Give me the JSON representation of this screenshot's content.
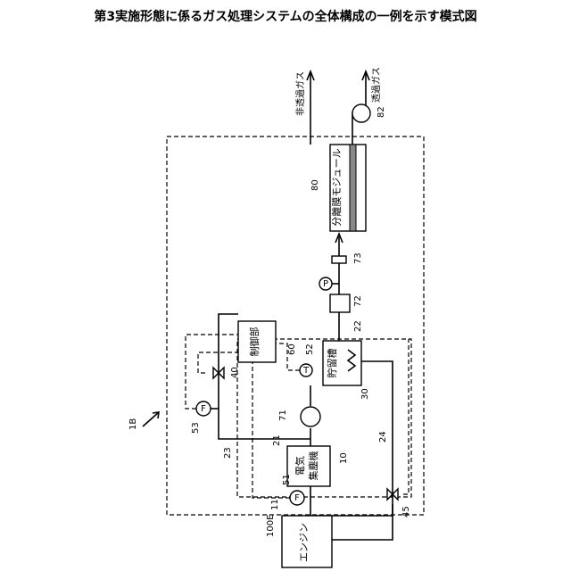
{
  "title": "第3実施形態に係るガス処理システムの全体構成の一例を示す模式図",
  "blocks": {
    "engine": "エンジン",
    "collector_line1": "電気",
    "collector_line2": "集塵機",
    "controller": "制御部",
    "storage": "貯留槽",
    "membrane": "分離膜モジュール"
  },
  "instruments": {
    "flow": "F",
    "temperature": "T",
    "pressure": "P"
  },
  "outputs": {
    "non_permeate": "非透過ガス",
    "permeate": "透過ガス"
  },
  "refs": {
    "r100e": "100E",
    "r1b": "1B",
    "r11": "11",
    "r10": "10",
    "r21": "21",
    "r22": "22",
    "r23": "23",
    "r24": "24",
    "r30": "30",
    "r40": "40",
    "r45": "45",
    "r51": "51",
    "r52": "52",
    "r53": "53",
    "r60": "60",
    "r71": "71",
    "r72": "72",
    "r73": "73",
    "r80": "80",
    "r82": "82"
  }
}
